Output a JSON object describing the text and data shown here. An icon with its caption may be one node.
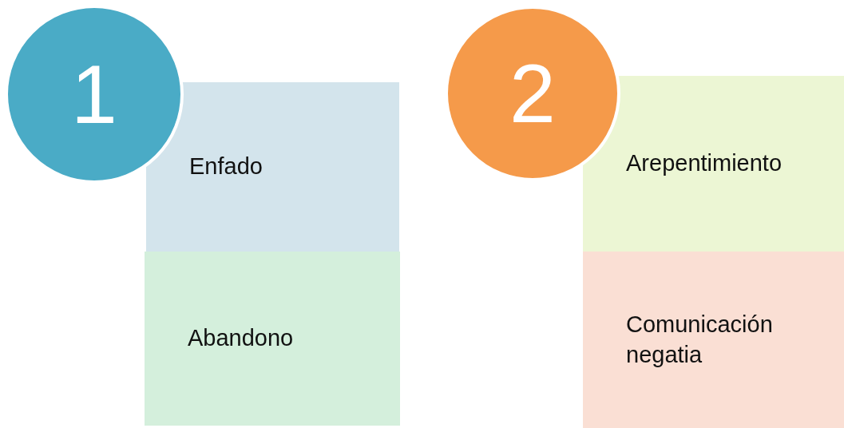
{
  "diagram": {
    "nodes": [
      {
        "text": [
          "1"
        ]
      },
      {
        "text": [
          "Enfado"
        ]
      },
      {
        "text": [
          "Abandono"
        ]
      },
      {
        "text": [
          "2"
        ]
      },
      {
        "text": [
          "Arepentimiento"
        ]
      },
      {
        "text": [
          "Comunicación negatia"
        ]
      }
    ]
  }
}
